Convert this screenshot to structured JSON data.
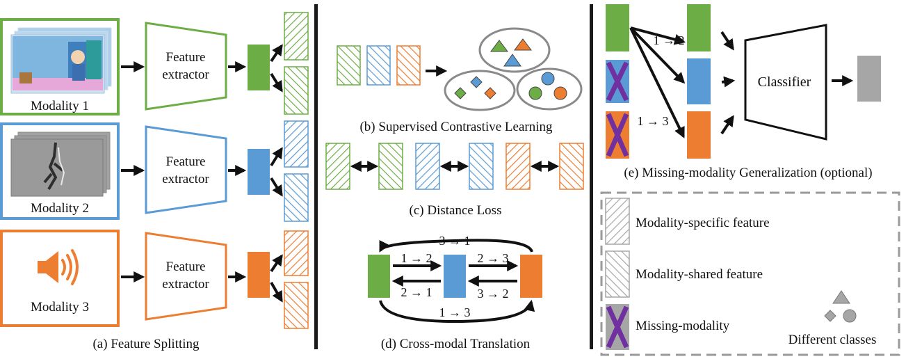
{
  "colors": {
    "green": "#6cae45",
    "blue": "#5a9bd5",
    "orange": "#ed7d31",
    "gray": "#a6a6a6",
    "missing": "#7030a0",
    "black": "#111111"
  },
  "panel_a": {
    "caption": "(a) Feature Splitting",
    "modalities": [
      {
        "label": "Modality 1",
        "extractor": [
          "Feature",
          "extractor"
        ],
        "image": "cartoon-video-frames"
      },
      {
        "label": "Modality 2",
        "extractor": [
          "Feature",
          "extractor"
        ],
        "image": "grayscale-motion-frames"
      },
      {
        "label": "Modality 3",
        "extractor": [
          "Feature",
          "extractor"
        ],
        "image": "speaker-icon"
      }
    ]
  },
  "panel_b": {
    "caption": "(b) Supervised Contrastive Learning"
  },
  "panel_c": {
    "caption": "(c) Distance Loss"
  },
  "panel_d": {
    "caption": "(d) Cross-modal Translation",
    "arrows": {
      "a12": "1 → 2",
      "a21": "2 → 1",
      "a23": "2 → 3",
      "a32": "3 → 2",
      "a31": "3 → 1",
      "a13": "1 → 3"
    }
  },
  "panel_e": {
    "caption": "(e) Missing-modality Generalization (optional)",
    "classifier": "Classifier",
    "arrows": {
      "a12": "1 → 2",
      "a13": "1 → 3"
    }
  },
  "legend": {
    "specific": "Modality-specific feature",
    "shared": "Modality-shared feature",
    "missing": "Missing-modality",
    "classes": "Different classes"
  }
}
